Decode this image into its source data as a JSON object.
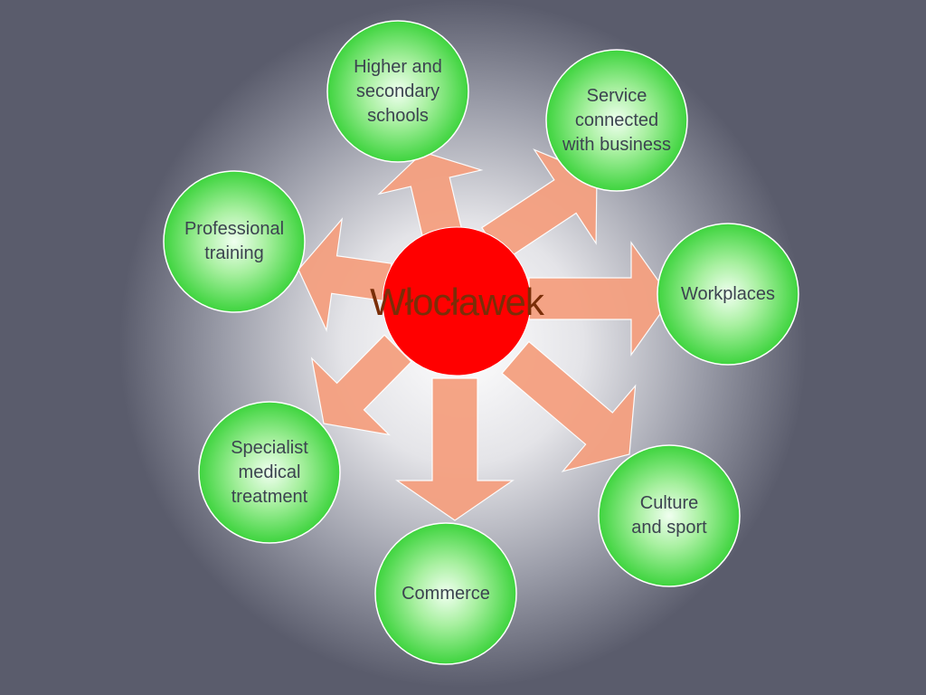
{
  "center": {
    "label": "Włocławek"
  },
  "nodes": [
    {
      "id": "higher-schools",
      "label": "Higher and\nsecondary\nschools"
    },
    {
      "id": "service-business",
      "label": "Service\nconnected\nwith business"
    },
    {
      "id": "workplaces",
      "label": "Workplaces"
    },
    {
      "id": "culture-sport",
      "label": "Culture\nand sport"
    },
    {
      "id": "commerce",
      "label": "Commerce"
    },
    {
      "id": "medical",
      "label": "Specialist\nmedical\ntreatment"
    },
    {
      "id": "professional-training",
      "label": "Professional\ntraining"
    }
  ],
  "colors": {
    "background": "#5a5c6c",
    "center_fill": "#ff0000",
    "center_text": "#7a2e08",
    "node_fill": "#55dd55",
    "arrow_fill": "#f5a080"
  }
}
